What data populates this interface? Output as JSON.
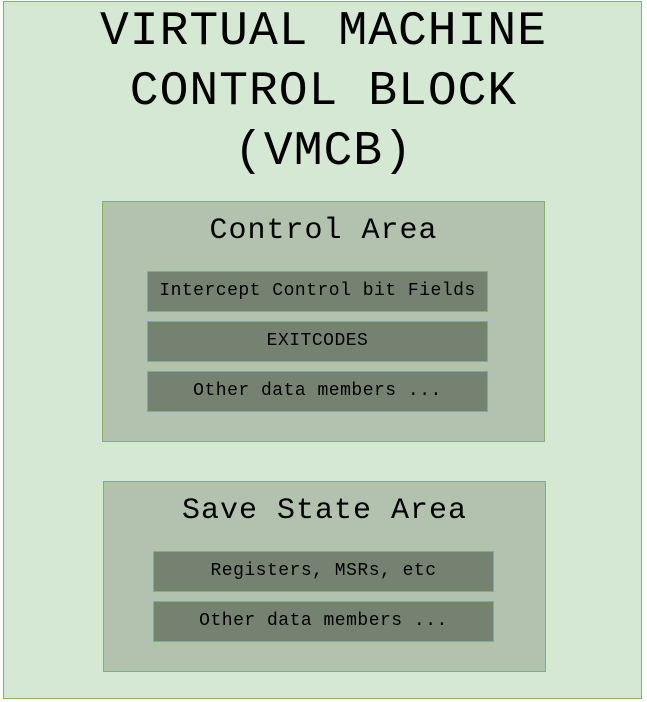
{
  "title": [
    "VIRTUAL MACHINE",
    "CONTROL BLOCK",
    "(VMCB)"
  ],
  "control_area": {
    "title": "Control Area",
    "fields": [
      "Intercept Control bit Fields",
      "EXITCODES",
      "Other data members ..."
    ]
  },
  "save_state_area": {
    "title": "Save State Area",
    "fields": [
      "Registers, MSRs, etc",
      "Other data members ..."
    ]
  },
  "colors": {
    "outer_fill": "#d5e8d4",
    "area_fill": "#b2c2af",
    "field_fill": "#758272",
    "border": "#82b366"
  }
}
